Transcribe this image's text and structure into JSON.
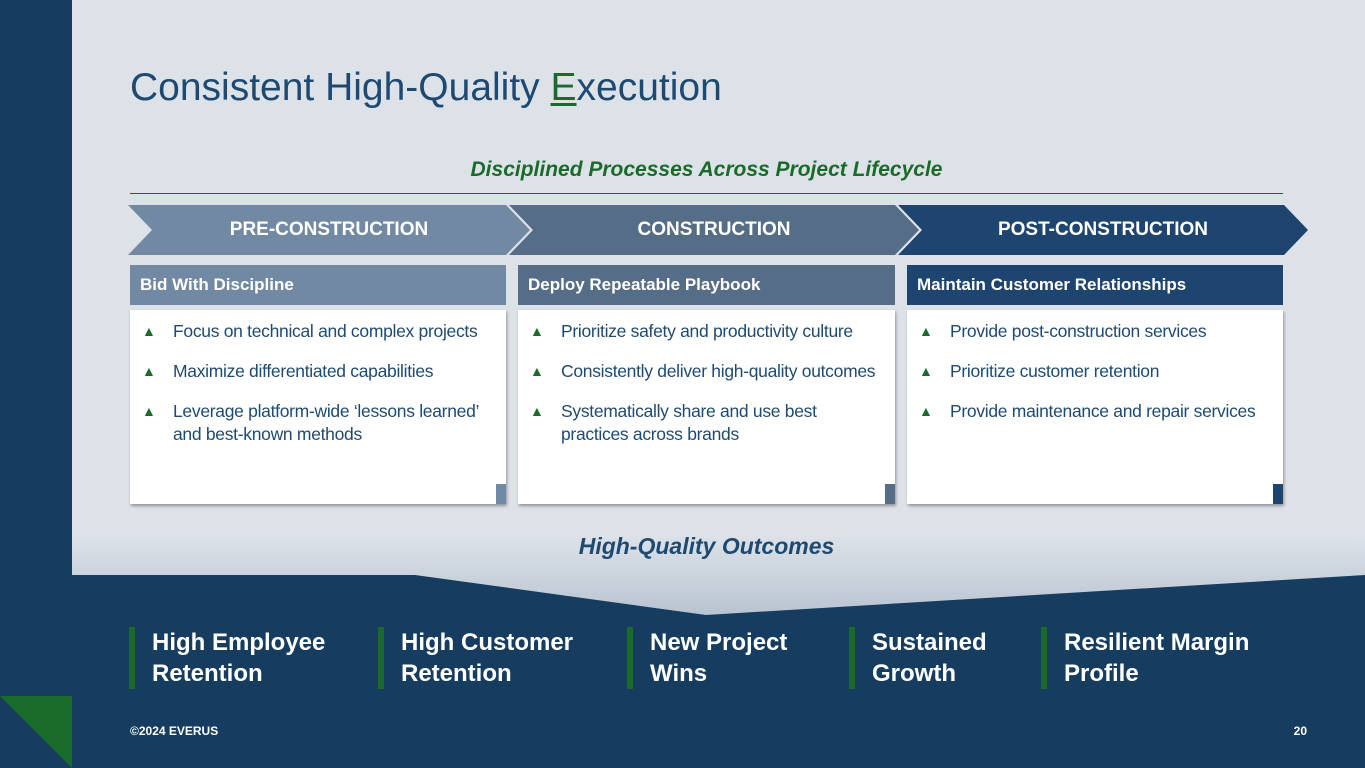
{
  "title": {
    "prefix": "Consistent High-Quality ",
    "highlight": "E",
    "suffix": "xecution"
  },
  "subtitle": "Disciplined Processes Across Project Lifecycle",
  "phases": [
    {
      "label": "PRE-CONSTRUCTION",
      "header": "Bid With Discipline",
      "color": "#7189a3",
      "bullets": [
        "Focus on technical and complex projects",
        "Maximize differentiated capabilities",
        "Leverage platform-wide ‘lessons learned’ and best-known methods"
      ]
    },
    {
      "label": "CONSTRUCTION",
      "header": "Deploy Repeatable Playbook",
      "color": "#566d87",
      "bullets": [
        "Prioritize safety and productivity culture",
        "Consistently deliver high-quality outcomes",
        "Systematically share and use best practices across brands"
      ]
    },
    {
      "label": "POST-CONSTRUCTION",
      "header": "Maintain Customer Relationships",
      "color": "#1e4470",
      "bullets": [
        "Provide post-construction services",
        "Prioritize customer retention",
        "Provide maintenance and repair services"
      ]
    }
  ],
  "outcomes_title": "High-Quality Outcomes",
  "outcomes": [
    "High Employee Retention",
    "High Customer Retention",
    "New Project Wins",
    "Sustained Growth",
    "Resilient Margin Profile"
  ],
  "footer": {
    "copyright": "©2024 EVERUS",
    "page": "20"
  }
}
